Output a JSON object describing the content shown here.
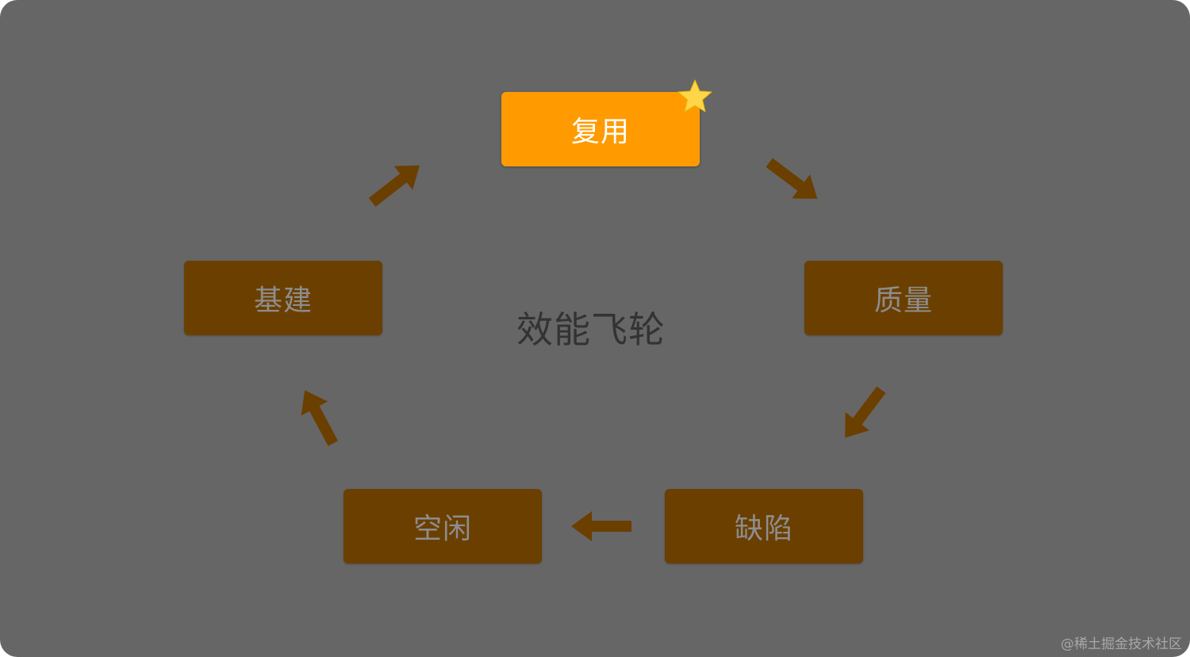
{
  "diagram": {
    "title": "效能飞轮",
    "active_node": "复用",
    "nodes": [
      {
        "id": "reuse",
        "label": "复用",
        "state": "active"
      },
      {
        "id": "quality",
        "label": "质量",
        "state": "dim"
      },
      {
        "id": "defect",
        "label": "缺陷",
        "state": "dim"
      },
      {
        "id": "idle",
        "label": "空闲",
        "state": "dim"
      },
      {
        "id": "infra",
        "label": "基建",
        "state": "dim"
      }
    ],
    "cycle_order": [
      "复用",
      "质量",
      "缺陷",
      "空闲",
      "基建"
    ],
    "badge_icon": "star-icon"
  },
  "colors": {
    "background": "#666666",
    "active_node": "#ff9b00",
    "dim_node": "#6b3f00",
    "arrow": "#6b3f00",
    "star": "#ffd54a"
  },
  "watermark": "@稀土掘金技术社区"
}
